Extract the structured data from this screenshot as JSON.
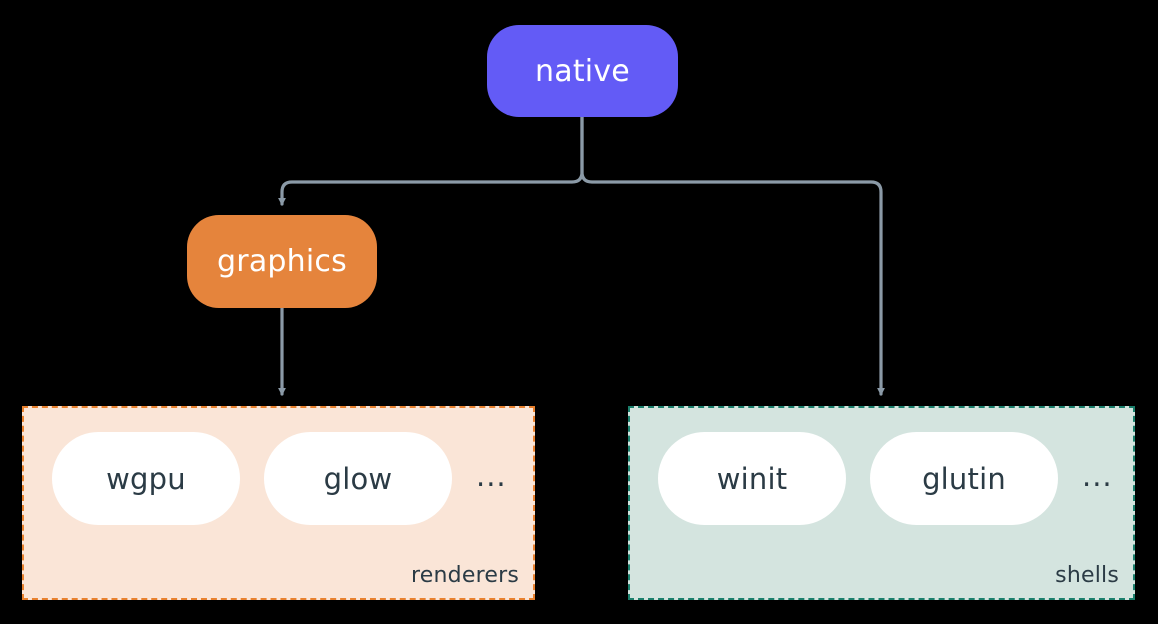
{
  "diagram": {
    "background_color": "#000000",
    "edge_color": "#8b9aa7",
    "nodes": {
      "native": {
        "label": "native",
        "color": "#635bf6",
        "text_color": "#ffffff"
      },
      "graphics": {
        "label": "graphics",
        "color": "#e5843c",
        "text_color": "#ffffff"
      }
    },
    "groups": [
      {
        "id": "renderers",
        "label": "renderers",
        "fill_color": "#fae5d7",
        "border_color": "#e8812e",
        "border_style": "dashed",
        "items": [
          {
            "label": "wgpu"
          },
          {
            "label": "glow"
          }
        ],
        "overflow": "..."
      },
      {
        "id": "shells",
        "label": "shells",
        "fill_color": "#d4e4df",
        "border_color": "#1b7f6c",
        "border_style": "dashed",
        "items": [
          {
            "label": "winit"
          },
          {
            "label": "glutin"
          }
        ],
        "overflow": "..."
      }
    ],
    "edges": [
      {
        "from": "native",
        "to": "graphics",
        "arrow": true
      },
      {
        "from": "native",
        "to": "shells",
        "arrow": true
      },
      {
        "from": "graphics",
        "to": "renderers",
        "arrow": true
      }
    ]
  }
}
